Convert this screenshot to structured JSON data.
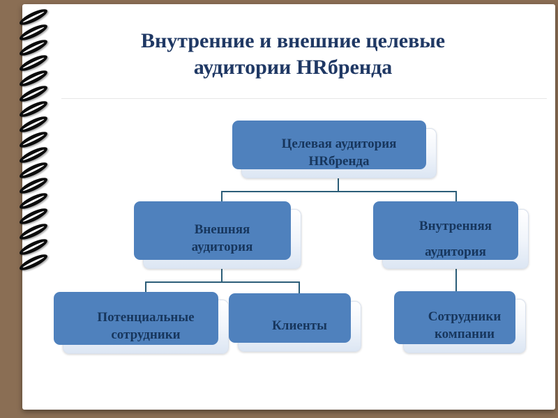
{
  "slide": {
    "title_line1": "Внутренние и внешние целевые",
    "title_line2": "аудитории HRбренда"
  },
  "diagram": {
    "root": {
      "label": "Целевая аудитория HRбренда"
    },
    "level2": [
      {
        "label": "Внешняя аудитория"
      },
      {
        "label": "Внутренняя аудитория"
      }
    ],
    "level3": [
      {
        "label": "Потенциальные сотрудники"
      },
      {
        "label": "Клиенты"
      },
      {
        "label": "Сотрудники компании"
      }
    ]
  },
  "colors": {
    "accent": "#4f81bd",
    "node_text": "#17365d",
    "title": "#1f3864",
    "connector": "#2b5d78",
    "background_brown": "#8a6e54",
    "node_fill_bottom": "#dce6f3"
  }
}
